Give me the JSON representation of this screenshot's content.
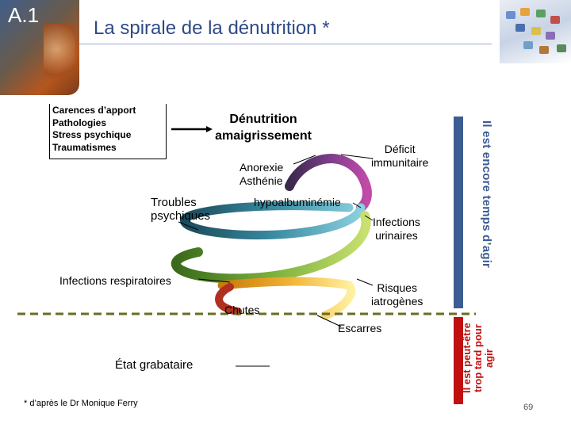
{
  "badge": "A.1",
  "title": "La spirale de la dénutrition *",
  "causes": [
    "Carences d’apport",
    "Pathologies",
    "Stress psychique",
    "Traumatismes"
  ],
  "denutrition": [
    "Dénutrition",
    "amaigrissement"
  ],
  "labels": {
    "anorexie": [
      "Anorexie",
      "Asthénie"
    ],
    "deficit": [
      "Déficit",
      "immunitaire"
    ],
    "troubles": [
      "Troubles",
      "psychiques"
    ],
    "hypo": "hypoalbuminémie",
    "infections_urinaires": [
      "Infections",
      "urinaires"
    ],
    "infections_respiratoires": "Infections respiratoires",
    "risques": [
      "Risques",
      "iatrogènes"
    ],
    "chutes": "Chutes",
    "escarres": "Escarres",
    "etat": "État grabataire"
  },
  "side_top": "Il est encore temps d’agir",
  "side_bottom": "Il est peut-être trop tard pour agir",
  "footnote": "* d’après le Dr Monique Ferry",
  "page_number": "69",
  "colors": {
    "title": "#2e4a86",
    "side_top_bar": "#3d5c93",
    "side_bottom_bar": "#c01010",
    "dash_line": "#6b6b22"
  }
}
